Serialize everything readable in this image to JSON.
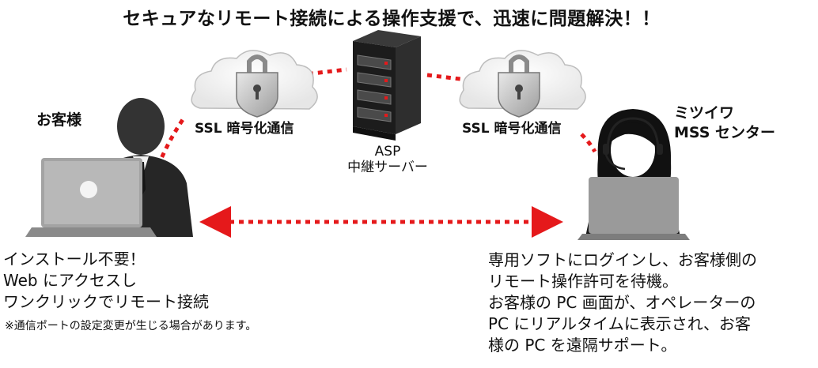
{
  "title": "セキュアなリモート接続による操作支援で、迅速に問題解決！！",
  "customer": {
    "label": "お客様",
    "lines": [
      "インストール不要！",
      "Web にアクセスし",
      "ワンクリックでリモート接続"
    ],
    "note": "※通信ポートの設定変更が生じる場合があります。"
  },
  "center": {
    "label_line1": "ミツイワ",
    "label_line2": "MSS センター",
    "lines": [
      "専用ソフトにログインし、お客様側の",
      "リモート操作許可を待機。",
      "お客様の PC 画面が、オペレーターの",
      "PC にリアルタイムに表示され、お客",
      "様の PC を遠隔サポート。"
    ]
  },
  "ssl_left": "SSL 暗号化通信",
  "ssl_right": "SSL 暗号化通信",
  "server": {
    "line1": "ASP",
    "line2": "中継サーバー"
  },
  "colors": {
    "accent_red": "#e5191b",
    "cloud_fill": "#f3f3f3",
    "silhouette": "#2b2b2b",
    "laptop_gray": "#9a9a9a"
  },
  "icons": [
    "cloud-lock-icon",
    "server-rack-icon",
    "customer-silhouette-icon",
    "operator-silhouette-icon",
    "laptop-icon",
    "double-arrow-icon"
  ]
}
